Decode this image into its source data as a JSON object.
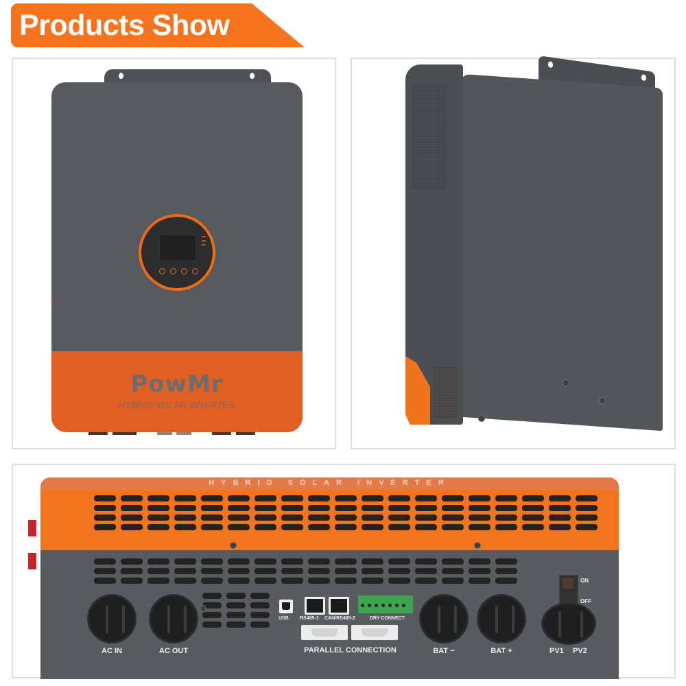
{
  "banner": {
    "title": "Products Show",
    "color": "#f5731c"
  },
  "front_view": {
    "brand": "PowMr",
    "subtitle": "HYBRID SOLAR INVERTER",
    "body_color": "#565a5d",
    "accent_color": "#e35e21",
    "display": {
      "ring_color": "#f06b14",
      "buttons": [
        "gear-button",
        "down-button",
        "up-button",
        "enter-button"
      ]
    }
  },
  "side_view": {
    "body_color": "#52575a",
    "accent_color": "#f0731e"
  },
  "bottom_view": {
    "top_label": "HYBRID SOLAR INVERTER",
    "terminals": [
      {
        "id": "ac-in",
        "label": "AC  IN"
      },
      {
        "id": "ac-out",
        "label": "AC OUT"
      },
      {
        "id": "bat-neg",
        "label": "BAT −"
      },
      {
        "id": "bat-pos",
        "label": "BAT +"
      }
    ],
    "pv_labels": {
      "pv1": "PV1",
      "pv2": "PV2"
    },
    "ports": {
      "usb": "USB",
      "rs485_1": "RS485-1",
      "can_rs485_2": "CAN/RS485-2",
      "dry_connect": "DRY CONNECT",
      "parallel": "PARALLEL CONNECTION"
    },
    "switch": {
      "on": "ON",
      "off": "OFF"
    }
  }
}
